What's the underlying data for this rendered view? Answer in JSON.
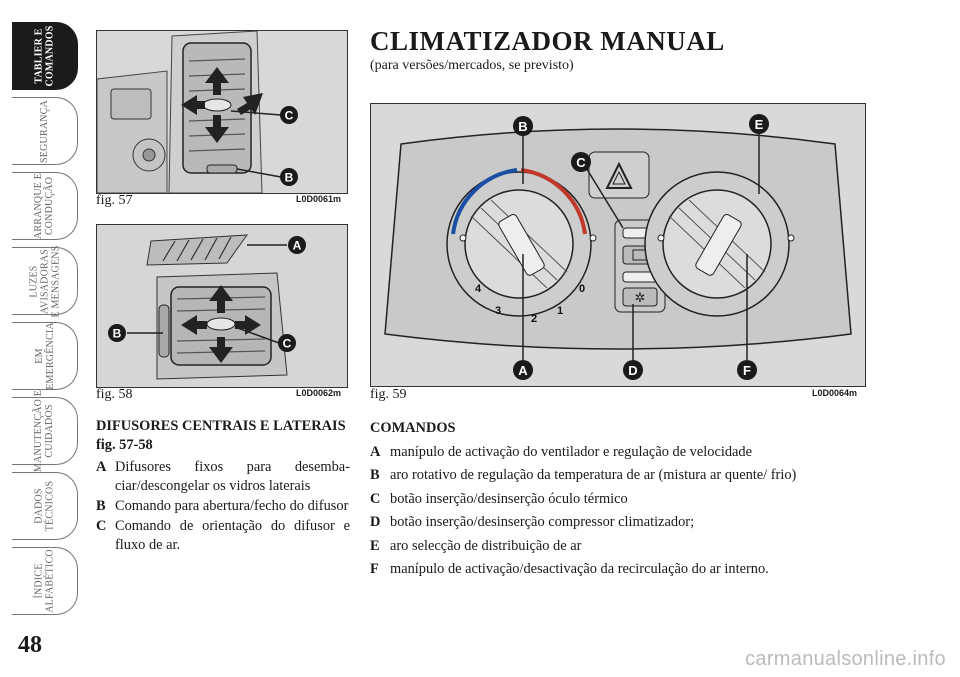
{
  "sidebar": {
    "tabs": [
      {
        "label": "TABLIER E\nCOMANDOS",
        "active": true
      },
      {
        "label": "SEGURANÇA",
        "active": false
      },
      {
        "label": "ARRANQUE E\nCONDUÇÃO",
        "active": false
      },
      {
        "label": "LUZES\nAVISADORAS\nE MENSAGENS",
        "active": false
      },
      {
        "label": "EM\nEMERGÊNCIA",
        "active": false
      },
      {
        "label": "MANUTENÇÃO E\nCUIDADOS",
        "active": false
      },
      {
        "label": "DADOS\nTÉCNICOS",
        "active": false
      },
      {
        "label": "ÍNDICE\nALFABÉTICO",
        "active": false
      }
    ]
  },
  "page_number": "48",
  "heading": {
    "title": "CLIMATIZADOR MANUAL",
    "subtitle": "(para versões/mercados, se previsto)"
  },
  "figures": {
    "fig57": {
      "caption": "fig. 57",
      "code": "L0D0061m",
      "callouts": [
        "C",
        "B"
      ]
    },
    "fig58": {
      "caption": "fig. 58",
      "code": "L0D0062m",
      "callouts": [
        "A",
        "B",
        "C"
      ]
    },
    "fig59": {
      "caption": "fig. 59",
      "code": "L0D0064m",
      "callouts": [
        "B",
        "E",
        "C",
        "A",
        "D",
        "F"
      ],
      "fan_scale": [
        "4",
        "3",
        "2",
        "1",
        "0"
      ]
    }
  },
  "left_section": {
    "heading": "DIFUSORES CENTRAIS E LATERAIS fig. 57-58",
    "items": [
      {
        "key": "A",
        "text": "Difusores fixos para desemba-ciar/descongelar os vidros laterais"
      },
      {
        "key": "B",
        "text": "Comando para abertura/fecho do difusor"
      },
      {
        "key": "C",
        "text": "Comando de orientação do difusor e fluxo de ar."
      }
    ]
  },
  "right_section": {
    "heading": "COMANDOS",
    "items": [
      {
        "key": "A",
        "text": "manípulo de activação do ventilador e regulação de velocidade"
      },
      {
        "key": "B",
        "text": "aro rotativo de regulação da temperatura de ar (mistura ar quente/ frio)"
      },
      {
        "key": "C",
        "text": "botão inserção/desinserção óculo térmico"
      },
      {
        "key": "D",
        "text": "botão inserção/desinserção compressor climatizador;"
      },
      {
        "key": "E",
        "text": "aro selecção de distribuição de ar"
      },
      {
        "key": "F",
        "text": "manípulo de activação/desactivação da recirculação do ar interno."
      }
    ]
  },
  "watermark": "carmanualsonline.info"
}
